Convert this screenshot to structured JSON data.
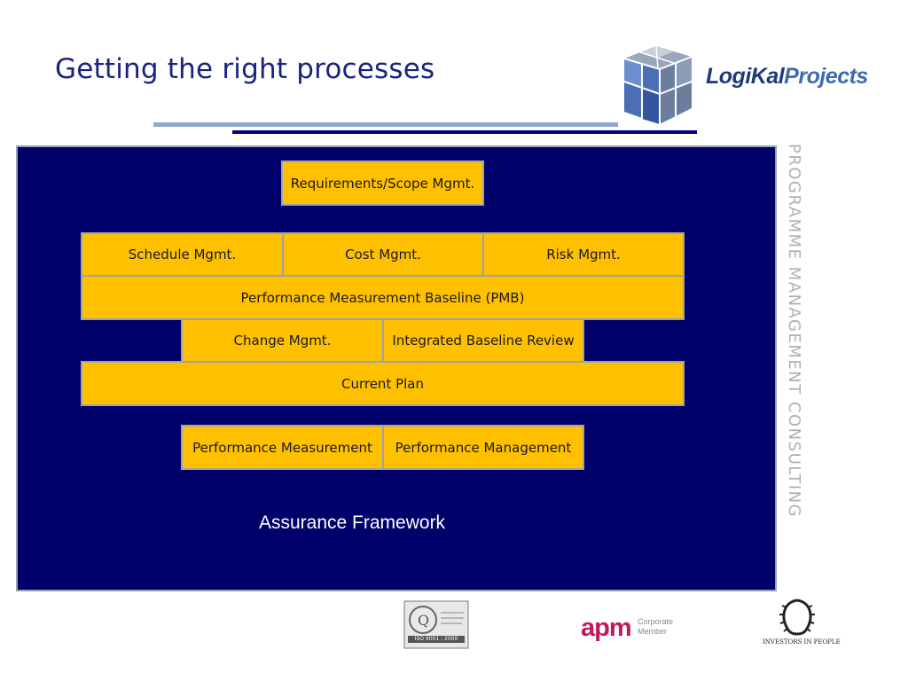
{
  "slide": {
    "title": "Getting the right processes",
    "side_label": "PROGRAMME MANAGEMENT CONSULTING"
  },
  "logo": {
    "text_part1": "LogiKal",
    "text_part2": "Projects"
  },
  "framework": {
    "requirements": "Requirements/Scope Mgmt.",
    "schedule": "Schedule Mgmt.",
    "cost": "Cost Mgmt.",
    "risk": "Risk Mgmt.",
    "pmb": "Performance Measurement Baseline (PMB)",
    "change": "Change Mgmt.",
    "ibr": "Integrated Baseline Review",
    "current_plan": "Current Plan",
    "perf_measurement": "Performance Measurement",
    "perf_management": "Performance Management",
    "assurance": "Assurance Framework"
  },
  "footer": {
    "iso_label": "ISO 9001 : 2000",
    "apm_main": "apm",
    "apm_sub": "Corporate\nMember",
    "iip_label": "INVESTORS IN PEOPLE"
  },
  "colors": {
    "panel": "#00006a",
    "box": "#ffc000",
    "title": "#1a237e"
  }
}
